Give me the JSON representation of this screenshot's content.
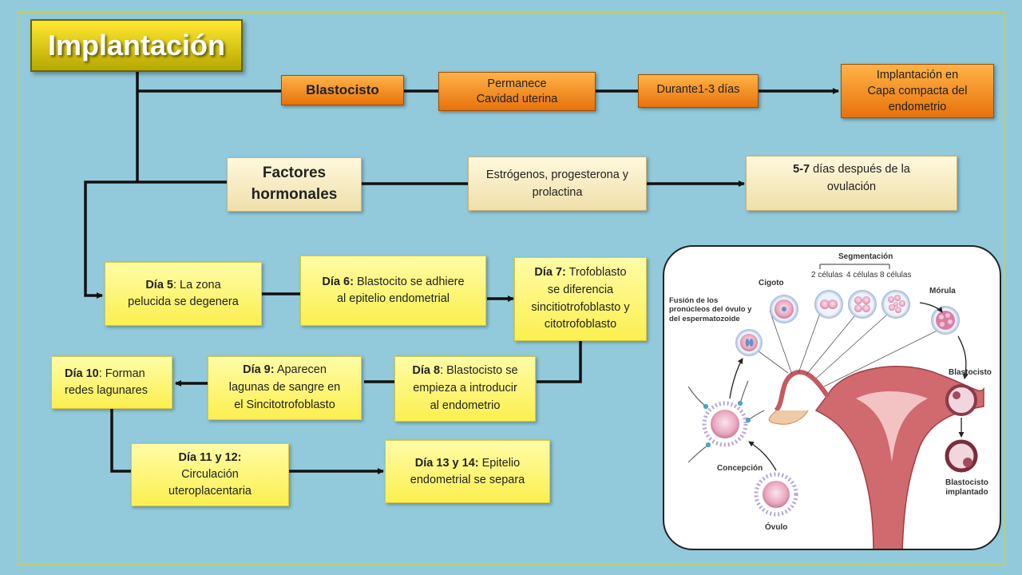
{
  "title": "Implantación",
  "row1": {
    "b1": "Blastocisto",
    "b2_l1": "Permanece",
    "b2_l2": "Cavidad uterina",
    "b3": "Durante1-3 días",
    "b4_l1": "Implantación en",
    "b4_l2": "Capa compacta del",
    "b4_l3": "endometrio"
  },
  "row2": {
    "b1_l1": "Factores",
    "b1_l2": "hormonales",
    "b2_l1": "Estrógenos, progesterona y",
    "b2_l2": "prolactina",
    "b3_bold": "5-7",
    "b3_rest": " días después de la",
    "b3_l2": "ovulación"
  },
  "days": {
    "d5_bold": "Día 5",
    "d5_rest": ": La zona",
    "d5_l2": "pelucida se degenera",
    "d6_bold": "Día 6:",
    "d6_rest": " Blastocito se adhiere",
    "d6_l2": "al epitelio endometrial",
    "d7_bold": "Día 7:",
    "d7_rest": " Trofoblasto",
    "d7_l2": "se diferencia",
    "d7_l3": "sincitiotrofoblasto y",
    "d7_l4": "citotrofoblasto",
    "d8_bold": "Día 8",
    "d8_rest": ": Blastocisto se",
    "d8_l2": "empieza a introducir",
    "d8_l3": "al endometrio",
    "d9_bold": "Día 9:",
    "d9_rest": " Aparecen",
    "d9_l2": "lagunas de sangre en",
    "d9_l3": "el Sincitotrofoblasto",
    "d10_bold": "Día 10",
    "d10_rest": ": Forman",
    "d10_l2": "redes lagunares",
    "d11_bold": "Día 11 y 12:",
    "d11_l2": "Circulación",
    "d11_l3": "uteroplacentaria",
    "d13_bold": "Día 13 y 14:",
    "d13_rest": " Epitelio",
    "d13_l2": "endometrial se separa"
  },
  "illustration": {
    "segmentacion": "Segmentación",
    "cigoto": "Cigoto",
    "cel2": "2 células",
    "cel4": "4 células",
    "cel8": "8 células",
    "morula": "Mórula",
    "fusion_l1": "Fusión de los",
    "fusion_l2": "pronúcleos del óvulo y",
    "fusion_l3": "del espermatozoide",
    "blastocisto": "Blastocisto",
    "concepcion": "Concepción",
    "ovulo": "Óvulo",
    "implantado_l1": "Blastocisto",
    "implantado_l2": "implantado"
  },
  "colors": {
    "background": "#92cadb",
    "orange": "#f28a1e",
    "beige": "#f5e7bb",
    "yellow": "#fcf26a",
    "title": "#d9c400"
  }
}
